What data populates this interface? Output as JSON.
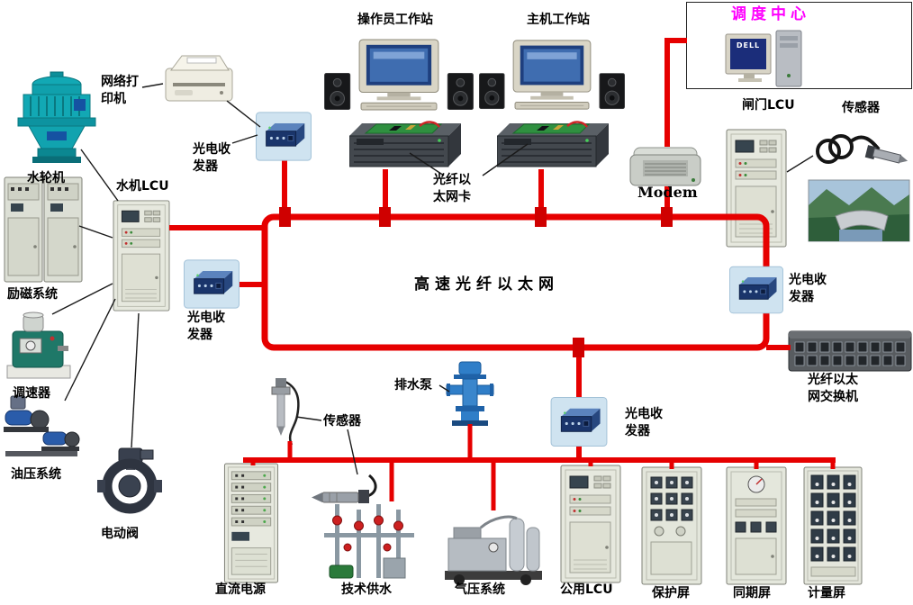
{
  "network": {
    "backbone_label": "高速光纤以太网",
    "bus_color": "#e60000"
  },
  "dispatch": {
    "title": "调度中心",
    "title_color": "#ff00ff",
    "computer_brand": "DELL"
  },
  "labels": {
    "operator_workstation": "操作员工作站",
    "host_workstation": "主机工作站",
    "network_printer": "网络打印机",
    "water_turbine": "水轮机",
    "hydro_lcu": "水机LCU",
    "excitation_system": "励磁系统",
    "governor": "调速器",
    "oil_pressure_system": "油压系统",
    "electric_valve": "电动阀",
    "transceiver_a": "光电收发器",
    "transceiver_b": "光电收发器",
    "transceiver_c": "光电收发器",
    "transceiver_d": "光电收发器",
    "fiber_ethernet_card": "光纤以太网卡",
    "modem": "Modem",
    "gate_lcu": "闸门LCU",
    "sensor_top": "传感器",
    "fiber_switch": "光纤以太网交换机",
    "drain_pump": "排水泵",
    "sensor_bottom": "传感器",
    "dc_power": "直流电源",
    "tech_water": "技术供水",
    "air_pressure": "气压系统",
    "common_lcu": "公用LCU",
    "protection_panel": "保护屏",
    "sync_panel": "同期屏",
    "metering_panel": "计量屏"
  }
}
